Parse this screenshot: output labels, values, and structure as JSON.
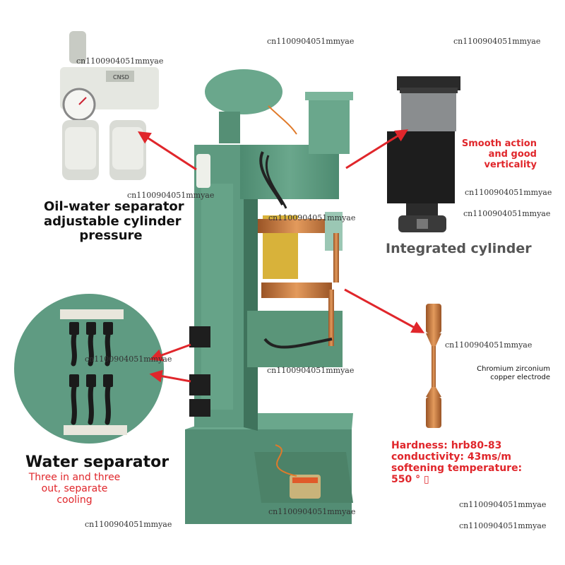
{
  "labels": {
    "oil_water_line1": "Oil-water separator",
    "oil_water_line2": "adjustable cylinder",
    "oil_water_line3": "pressure",
    "water_separator_title": "Water separator",
    "water_sep_line1": "Three in and three",
    "water_sep_line2": "out, separate",
    "water_sep_line3": "cooling",
    "smooth_line1": "Smooth action",
    "smooth_line2": "and good",
    "smooth_line3": "verticality",
    "integrated_cylinder": "Integrated cylinder",
    "electrode_line1": "Chromium zirconium",
    "electrode_line2": "copper electrode",
    "hardness": "Hardness: hrb80-83",
    "conductivity": "conductivity: 43ms/m",
    "softening": "softening temperature:",
    "softening_value": "550 ° ▯",
    "gauge_brand": "CNSD"
  },
  "watermark": "cn1100904051mmyae",
  "colors": {
    "machine_green": "#5f9b82",
    "machine_dark": "#3d6e59",
    "arrow_red": "#e0262b",
    "copper": "#c8743a",
    "yellow_panel": "#d8b23a"
  }
}
